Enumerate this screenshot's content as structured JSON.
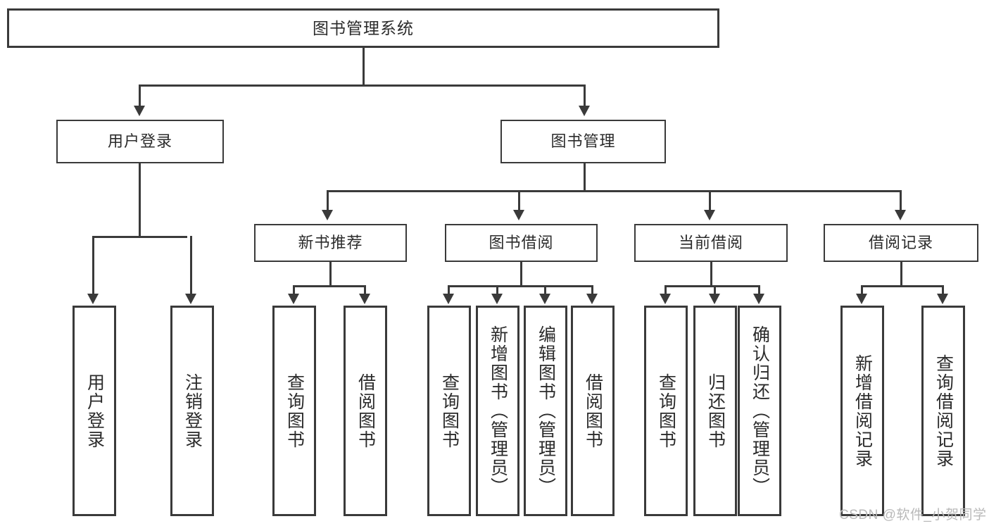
{
  "diagram": {
    "type": "tree-hierarchy-chart",
    "title": "图书管理系统",
    "watermark": "CSDN @软件_小贺同学",
    "accent_color": "#3a3a3a",
    "background_color": "#ffffff",
    "text_color": "#2b2b2b",
    "nodes": {
      "root": {
        "label": "图书管理系统",
        "level": 1
      },
      "l2": [
        {
          "id": "user-login",
          "label": "用户登录",
          "level": 2
        },
        {
          "id": "book-manage",
          "label": "图书管理",
          "level": 2
        }
      ],
      "l3": [
        {
          "id": "new-book-recommend",
          "label": "新书推荐",
          "level": 3,
          "parent": "book-manage"
        },
        {
          "id": "book-borrow",
          "label": "图书借阅",
          "level": 3,
          "parent": "book-manage"
        },
        {
          "id": "current-borrow",
          "label": "当前借阅",
          "level": 3,
          "parent": "book-manage"
        },
        {
          "id": "borrow-record",
          "label": "借阅记录",
          "level": 3,
          "parent": "book-manage"
        }
      ],
      "leaves": [
        {
          "id": "leaf-user-login",
          "label": "用户登录",
          "parent": "user-login"
        },
        {
          "id": "leaf-logout-login",
          "label": "注销登录",
          "parent": "user-login"
        },
        {
          "id": "leaf-query-book-1",
          "label": "查询图书",
          "parent": "new-book-recommend"
        },
        {
          "id": "leaf-borrow-book-1",
          "label": "借阅图书",
          "parent": "new-book-recommend"
        },
        {
          "id": "leaf-query-book-2",
          "label": "查询图书",
          "parent": "book-borrow"
        },
        {
          "id": "leaf-add-book",
          "label": "新增图书（管理员）",
          "parent": "book-borrow"
        },
        {
          "id": "leaf-edit-book",
          "label": "编辑图书（管理员）",
          "parent": "book-borrow"
        },
        {
          "id": "leaf-borrow-book-2",
          "label": "借阅图书",
          "parent": "book-borrow"
        },
        {
          "id": "leaf-query-book-3",
          "label": "查询图书",
          "parent": "current-borrow"
        },
        {
          "id": "leaf-return-book",
          "label": "归还图书",
          "parent": "current-borrow"
        },
        {
          "id": "leaf-confirm-return",
          "label": "确认归还（管理员）",
          "parent": "current-borrow"
        },
        {
          "id": "leaf-add-borrow-record",
          "label": "新增借阅记录",
          "parent": "borrow-record"
        },
        {
          "id": "leaf-query-borrow-record",
          "label": "查询借阅记录",
          "parent": "borrow-record"
        }
      ]
    }
  }
}
